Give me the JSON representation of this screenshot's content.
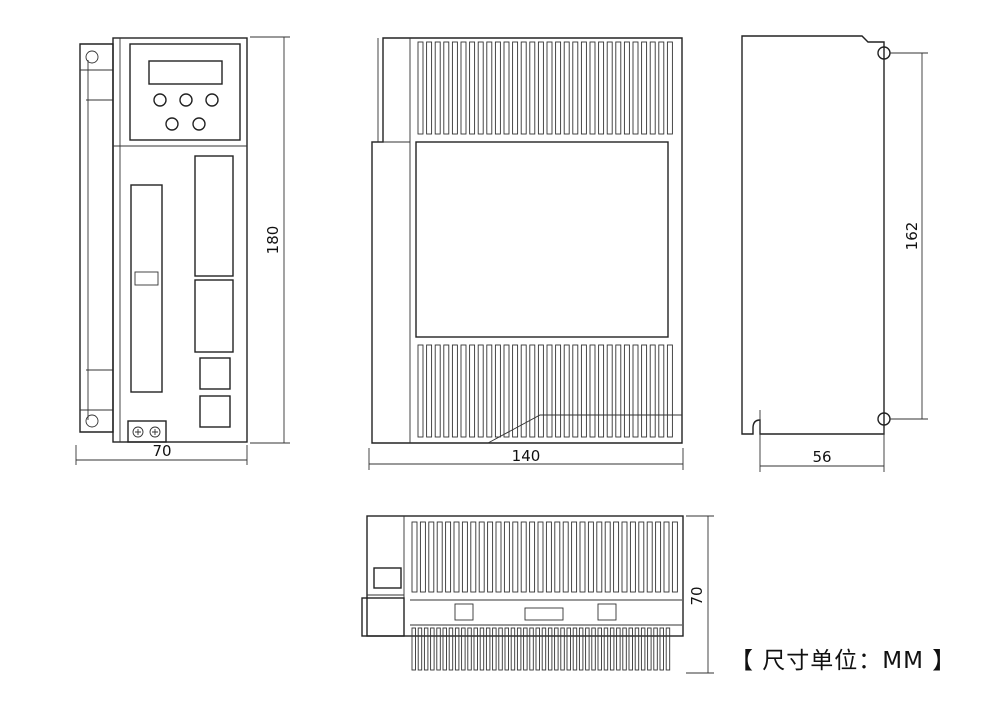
{
  "dimensions": {
    "front_width": "70",
    "front_height": "180",
    "side_depth": "140",
    "back_mount_width": "56",
    "back_mount_height": "162",
    "bottom_height": "70"
  },
  "unit_note": "【 尺寸单位：MM 】"
}
